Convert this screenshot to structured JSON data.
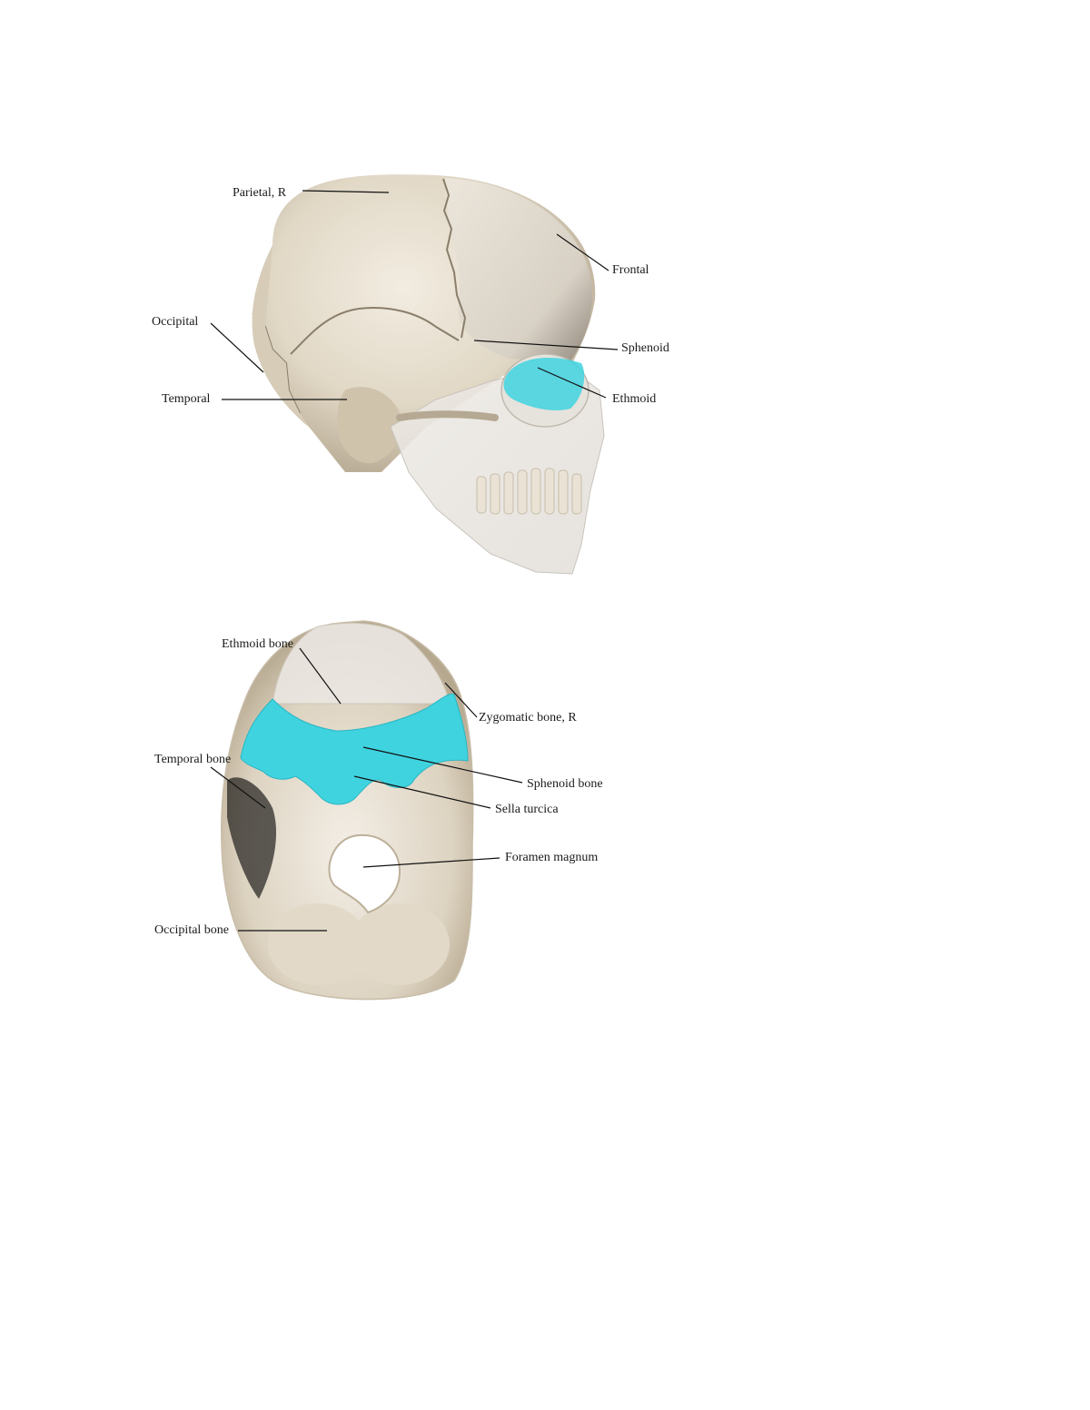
{
  "figures": [
    {
      "id": "lateral-view",
      "labels": {
        "parietal": "Parietal, R",
        "frontal": "Frontal",
        "occipital": "Occipital",
        "sphenoid": "Sphenoid",
        "temporal": "Temporal",
        "ethmoid": "Ethmoid"
      }
    },
    {
      "id": "inferior-base-view",
      "labels": {
        "ethmoid": "Ethmoid bone",
        "zygomatic": "Zygomatic bone, R",
        "temporal": "Temporal bone",
        "sphenoid": "Sphenoid bone",
        "sella": "Sella turcica",
        "foramen": "Foramen magnum",
        "occipital": "Occipital bone"
      }
    }
  ],
  "colors": {
    "bone": "#e8e0d0",
    "bone_shadow": "#b9ad98",
    "highlight": "#3fd3e0",
    "translucent": "#e9e6e2",
    "leader": "#111111"
  }
}
